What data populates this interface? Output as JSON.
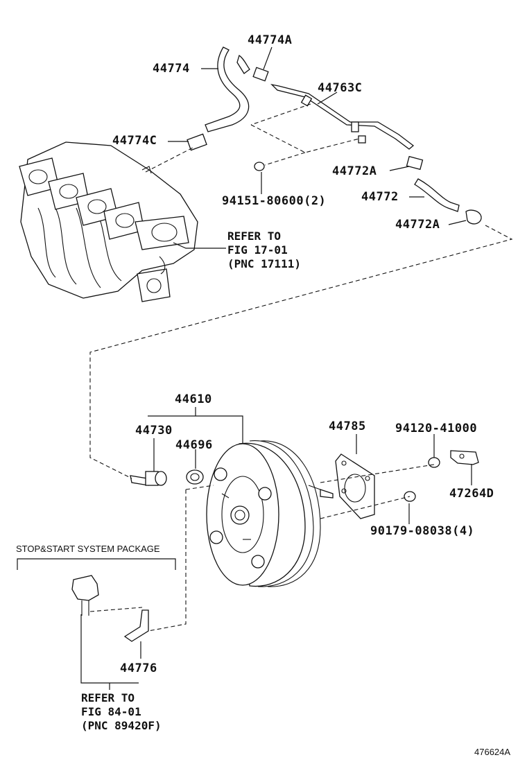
{
  "callouts": {
    "c44774A": "44774A",
    "c44774": "44774",
    "c44763C": "44763C",
    "c44774C": "44774C",
    "c44772A_top": "44772A",
    "c94151": "94151-80600(2)",
    "c44772": "44772",
    "c44772A_bot": "44772A",
    "c44610": "44610",
    "c44730": "44730",
    "c44696": "44696",
    "c44785": "44785",
    "c94120": "94120-41000",
    "c47264D": "47264D",
    "c90179": "90179-08038(4)",
    "c44776": "44776"
  },
  "references": {
    "ref1": [
      "REFER TO",
      "FIG 17-01",
      "(PNC 17111)"
    ],
    "ref2": [
      "REFER TO",
      "FIG 84-01",
      "(PNC 89420F)"
    ]
  },
  "package_label": "STOP&START SYSTEM PACKAGE",
  "illustration_id": "476624A"
}
